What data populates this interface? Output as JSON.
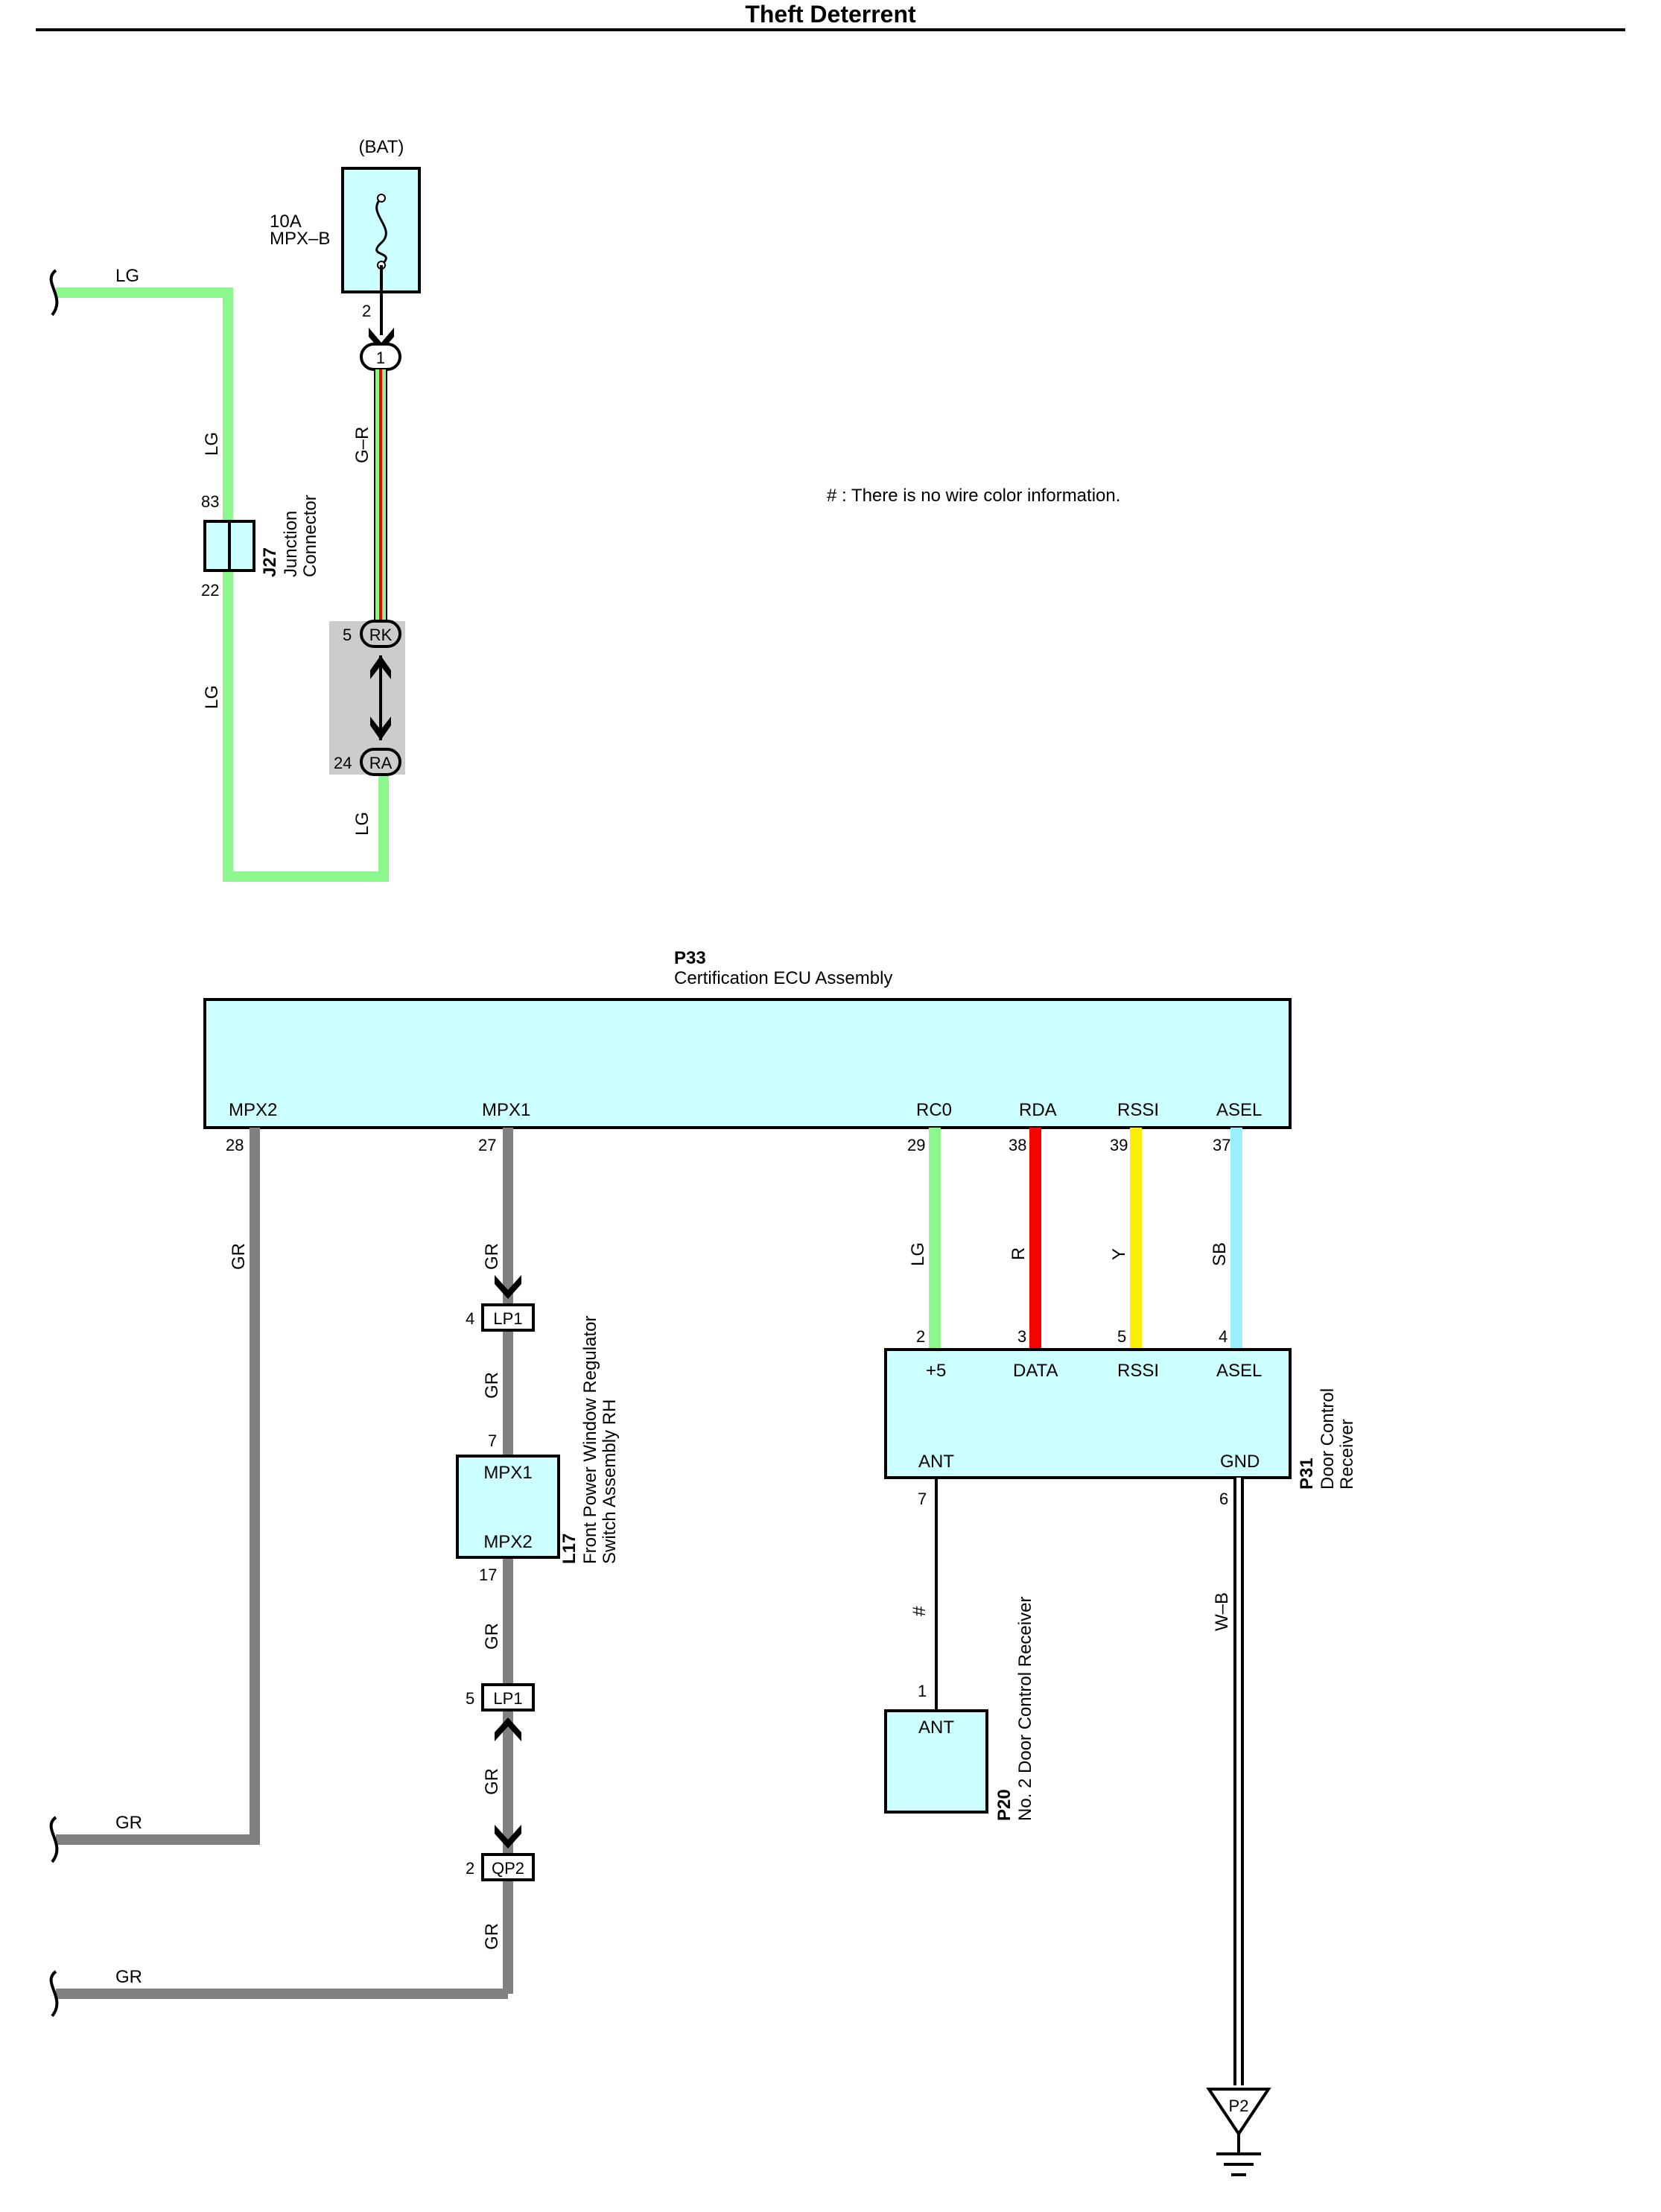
{
  "title": "Theft Deterrent",
  "note": "# : There is no wire color information.",
  "colors": {
    "LG": "#8cf78c",
    "GR": "#808080",
    "R": "#ff0000",
    "Y": "#ffee00",
    "SB": "#99eeff",
    "component_fill": "#ccffff",
    "junction_shade": "#cccccc"
  },
  "fuse": {
    "source": "(BAT)",
    "rating": "10A",
    "name": "MPX–B",
    "out_pin": "2"
  },
  "j27": {
    "id": "J27",
    "name_line1": "Junction",
    "name_line2": "Connector",
    "pin_top": "83",
    "pin_bottom": "22"
  },
  "connectors": {
    "c1": "1",
    "rk": "RK",
    "rk_pin": "5",
    "ra": "RA",
    "ra_pin": "24",
    "lp1_a": "LP1",
    "lp1_a_pin": "4",
    "lp1_b": "LP1",
    "lp1_b_pin": "5",
    "qp2": "QP2",
    "qp2_pin": "2"
  },
  "wires": {
    "lg_top_left": "LG",
    "lg_upper": "LG",
    "lg_lower": "LG",
    "lg_ra": "LG",
    "g_r": "G–R",
    "gr_left": "GR",
    "gr_mpx1_top": "GR",
    "gr_mpx1_mid": "GR",
    "gr_l17_bottom": "GR",
    "gr_lp1_bottom": "GR",
    "gr_qp2_bottom": "GR",
    "gr_stub_upper": "GR",
    "gr_stub_lower": "GR",
    "lg_rc0": "LG",
    "r_rda": "R",
    "y_rssi": "Y",
    "sb_asel": "SB",
    "hash_ant": "#",
    "wb_gnd": "W–B"
  },
  "p33": {
    "id": "P33",
    "name": "Certification ECU Assembly",
    "terminals": [
      {
        "label": "MPX2",
        "pin": "28"
      },
      {
        "label": "MPX1",
        "pin": "27"
      },
      {
        "label": "RC0",
        "pin": "29"
      },
      {
        "label": "RDA",
        "pin": "38"
      },
      {
        "label": "RSSI",
        "pin": "39"
      },
      {
        "label": "ASEL",
        "pin": "37"
      }
    ]
  },
  "l17": {
    "id": "L17",
    "name_line1": "Front Power Window Regulator",
    "name_line2": "Switch Assembly RH",
    "mpx1": "MPX1",
    "mpx1_pin": "7",
    "mpx2": "MPX2",
    "mpx2_pin": "17"
  },
  "p31": {
    "id": "P31",
    "name_line1": "Door Control",
    "name_line2": "Receiver",
    "top_terminals": [
      {
        "label": "+5",
        "pin": "2"
      },
      {
        "label": "DATA",
        "pin": "3"
      },
      {
        "label": "RSSI",
        "pin": "5"
      },
      {
        "label": "ASEL",
        "pin": "4"
      }
    ],
    "ant": "ANT",
    "ant_pin": "7",
    "gnd": "GND",
    "gnd_pin": "6"
  },
  "p20": {
    "id": "P20",
    "name": "No. 2 Door Control Receiver",
    "ant": "ANT",
    "ant_pin": "1"
  },
  "ground": {
    "id": "P2"
  }
}
